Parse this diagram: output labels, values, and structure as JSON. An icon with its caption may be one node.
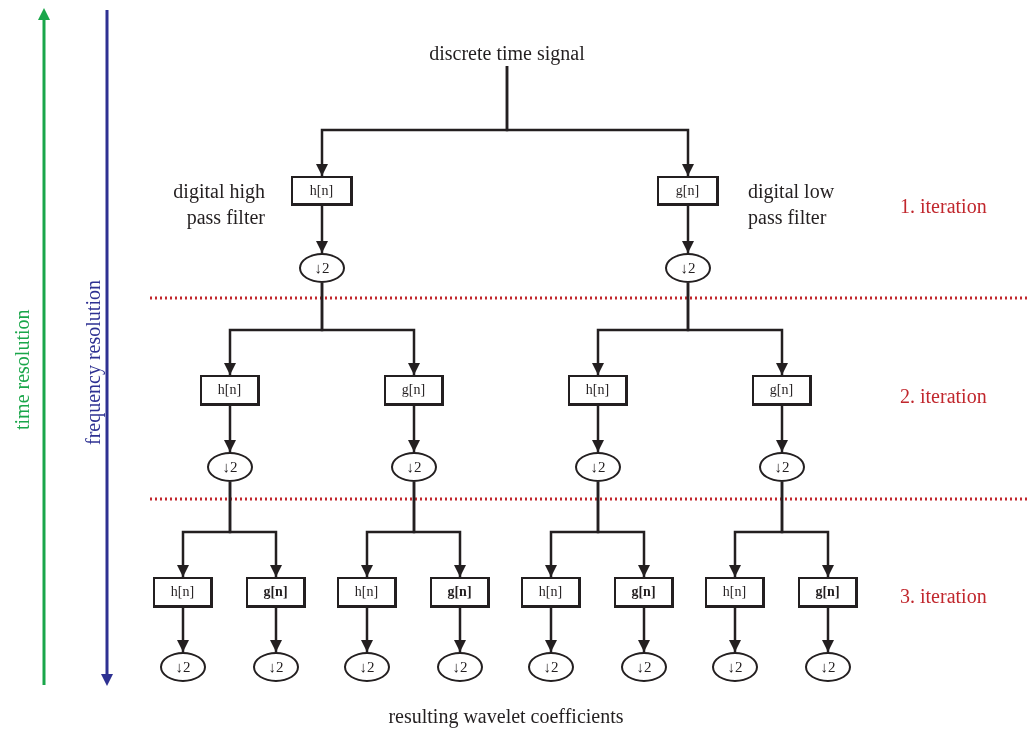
{
  "diagram": {
    "nodes": [
      {
        "text": [
          "discrete time signal"
        ]
      },
      {
        "text": [
          "h[n]"
        ],
        "beside": [
          "digital high pass filter"
        ]
      },
      {
        "text": [
          "g[n]"
        ],
        "beside": [
          "digital low pass filter"
        ]
      },
      {
        "text": [
          "↓2"
        ]
      },
      {
        "text": [
          "↓2"
        ]
      },
      {
        "text": [
          "h[n]"
        ]
      },
      {
        "text": [
          "g[n]"
        ]
      },
      {
        "text": [
          "h[n]"
        ]
      },
      {
        "text": [
          "g[n]"
        ]
      },
      {
        "text": [
          "↓2"
        ]
      },
      {
        "text": [
          "↓2"
        ]
      },
      {
        "text": [
          "↓2"
        ]
      },
      {
        "text": [
          "↓2"
        ]
      },
      {
        "text": [
          "h[n]"
        ]
      },
      {
        "text": [
          "**g[n]**"
        ]
      },
      {
        "text": [
          "h[n]"
        ]
      },
      {
        "text": [
          "**g[n]**"
        ]
      },
      {
        "text": [
          "h[n]"
        ]
      },
      {
        "text": [
          "**g[n]**"
        ]
      },
      {
        "text": [
          "h[n]"
        ]
      },
      {
        "text": [
          "**g[n]**"
        ]
      },
      {
        "text": [
          "↓2"
        ]
      },
      {
        "text": [
          "↓2"
        ]
      },
      {
        "text": [
          "↓2"
        ]
      },
      {
        "text": [
          "↓2"
        ]
      },
      {
        "text": [
          "↓2"
        ]
      },
      {
        "text": [
          "↓2"
        ]
      },
      {
        "text": [
          "↓2"
        ]
      },
      {
        "text": [
          "↓2"
        ]
      }
    ],
    "edges": [
      {
        "from": 0,
        "to": 1,
        "arrow": "to"
      },
      {
        "from": 0,
        "to": 2,
        "arrow": "to"
      },
      {
        "from": 1,
        "to": 3,
        "arrow": "to"
      },
      {
        "from": 2,
        "to": 4,
        "arrow": "to"
      },
      {
        "from": 3,
        "to": 5,
        "arrow": "to"
      },
      {
        "from": 3,
        "to": 6,
        "arrow": "to"
      },
      {
        "from": 4,
        "to": 7,
        "arrow": "to"
      },
      {
        "from": 4,
        "to": 8,
        "arrow": "to"
      },
      {
        "from": 5,
        "to": 9,
        "arrow": "to"
      },
      {
        "from": 6,
        "to": 10,
        "arrow": "to"
      },
      {
        "from": 7,
        "to": 11,
        "arrow": "to"
      },
      {
        "from": 8,
        "to": 12,
        "arrow": "to"
      },
      {
        "from": 9,
        "to": 13,
        "arrow": "to"
      },
      {
        "from": 9,
        "to": 14,
        "arrow": "to"
      },
      {
        "from": 10,
        "to": 15,
        "arrow": "to"
      },
      {
        "from": 10,
        "to": 16,
        "arrow": "to"
      },
      {
        "from": 11,
        "to": 17,
        "arrow": "to"
      },
      {
        "from": 11,
        "to": 18,
        "arrow": "to"
      },
      {
        "from": 12,
        "to": 19,
        "arrow": "to"
      },
      {
        "from": 12,
        "to": 20,
        "arrow": "to"
      },
      {
        "from": 13,
        "to": 21,
        "arrow": "to"
      },
      {
        "from": 14,
        "to": 22,
        "arrow": "to"
      },
      {
        "from": 15,
        "to": 23,
        "arrow": "to"
      },
      {
        "from": 16,
        "to": 24,
        "arrow": "to"
      },
      {
        "from": 17,
        "to": 25,
        "arrow": "to"
      },
      {
        "from": 18,
        "to": 26,
        "arrow": "to"
      },
      {
        "from": 19,
        "to": 27,
        "arrow": "to"
      },
      {
        "from": 20,
        "to": 28,
        "arrow": "to"
      }
    ],
    "labels": [
      "time resolution",
      "frequency resolution",
      "1. iteration",
      "2. iteration",
      "3. iteration",
      "resulting wavelet coefficients"
    ]
  }
}
